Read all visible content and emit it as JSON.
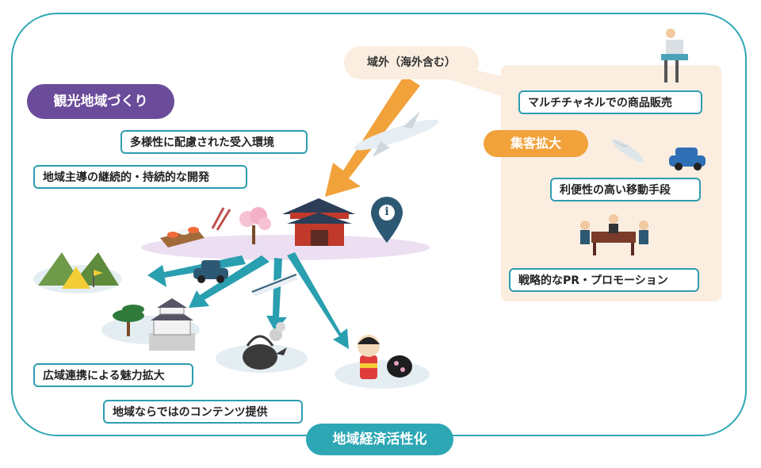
{
  "diagram": {
    "title_pill": "観光地域づくり",
    "bottom_pill": "地域経済活性化",
    "overseas_pill": "域外（海外含む）",
    "attract_pill": "集客拡大",
    "left_boxes": {
      "diversity": "多様性に配慮された受入環境",
      "development": "地域主導の継続的・持続的な開発",
      "regional": "広域連携による魅力拡大",
      "content": "地域ならではのコンテンツ提供"
    },
    "right_boxes": {
      "multichannel": "マルチチャネルでの商品販売",
      "mobility": "利便性の高い移動手段",
      "promotion": "戦略的なPR・プロモーション"
    },
    "info_icon_label": "i",
    "colors": {
      "teal": "#2ea7b5",
      "purple": "#6b4c9a",
      "orange": "#f1a23b",
      "lavender": "#ecdff2",
      "panel": "#fbeee0"
    }
  }
}
